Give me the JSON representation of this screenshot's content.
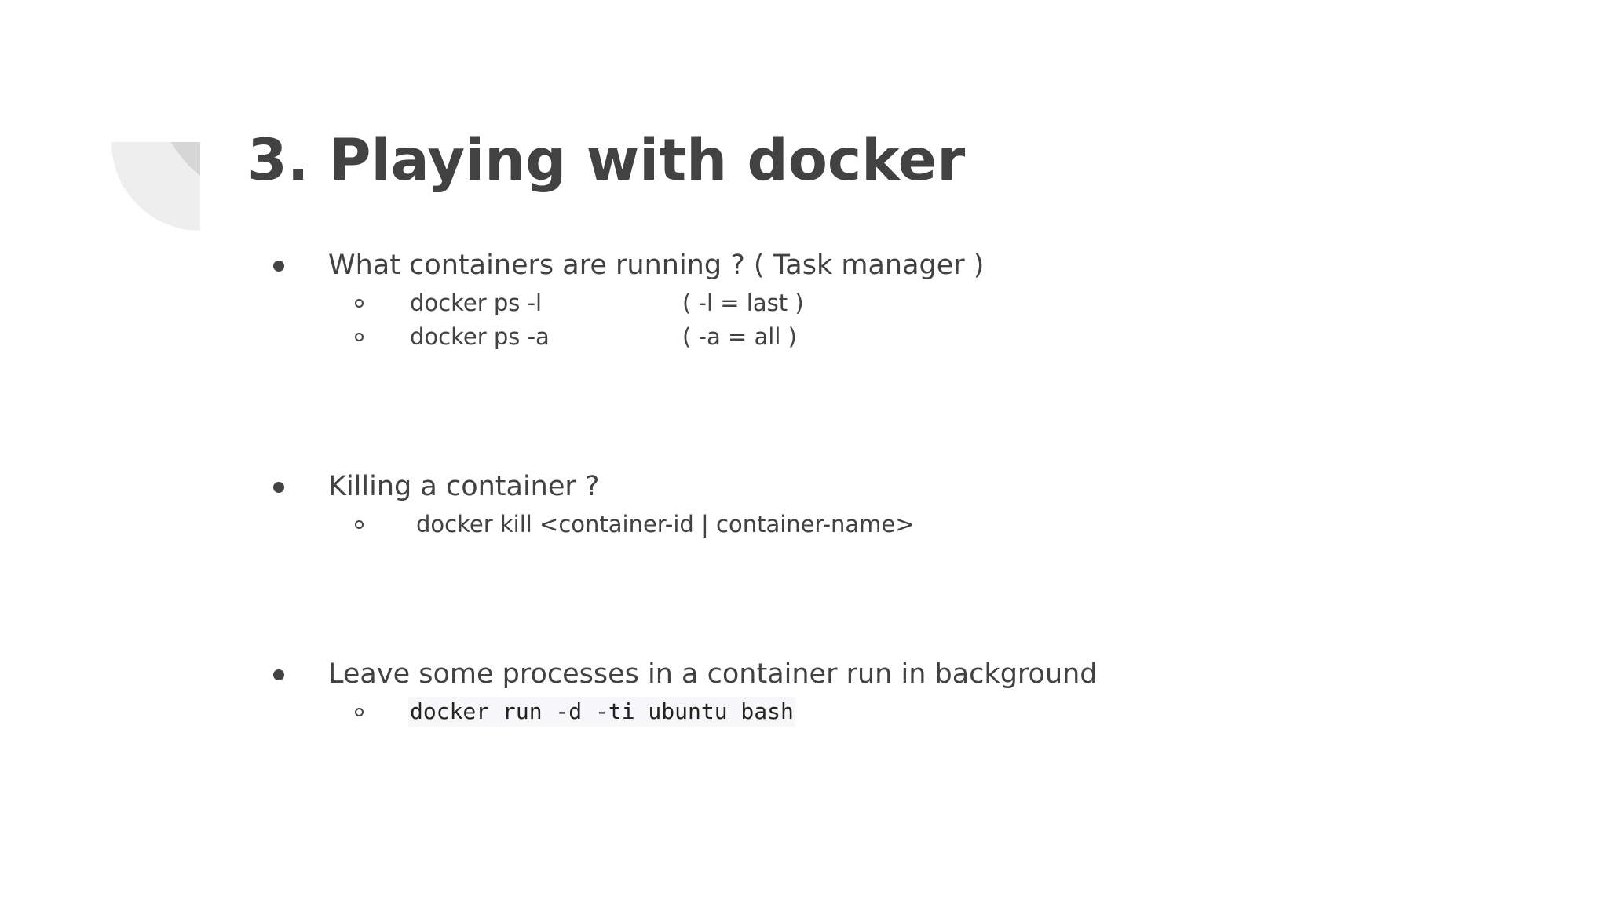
{
  "slide": {
    "title": "3. Playing with docker",
    "sections": [
      {
        "bullet": "What containers are running ? ( Task manager )",
        "items": [
          {
            "command": "docker ps -l",
            "note": "( -l = last )"
          },
          {
            "command": "docker ps -a",
            "note": "( -a = all )"
          }
        ]
      },
      {
        "bullet": "Killing a container ?",
        "items": [
          {
            "command": "docker kill <container-id | container-name>"
          }
        ]
      },
      {
        "bullet": "Leave some processes in a container run in background",
        "items": [
          {
            "command": "docker run -d -ti ubuntu bash"
          }
        ]
      }
    ]
  },
  "colors": {
    "text": "#424242",
    "decor_light": "#eeeeee",
    "decor_dark": "#d6d6d6",
    "background": "#ffffff"
  }
}
